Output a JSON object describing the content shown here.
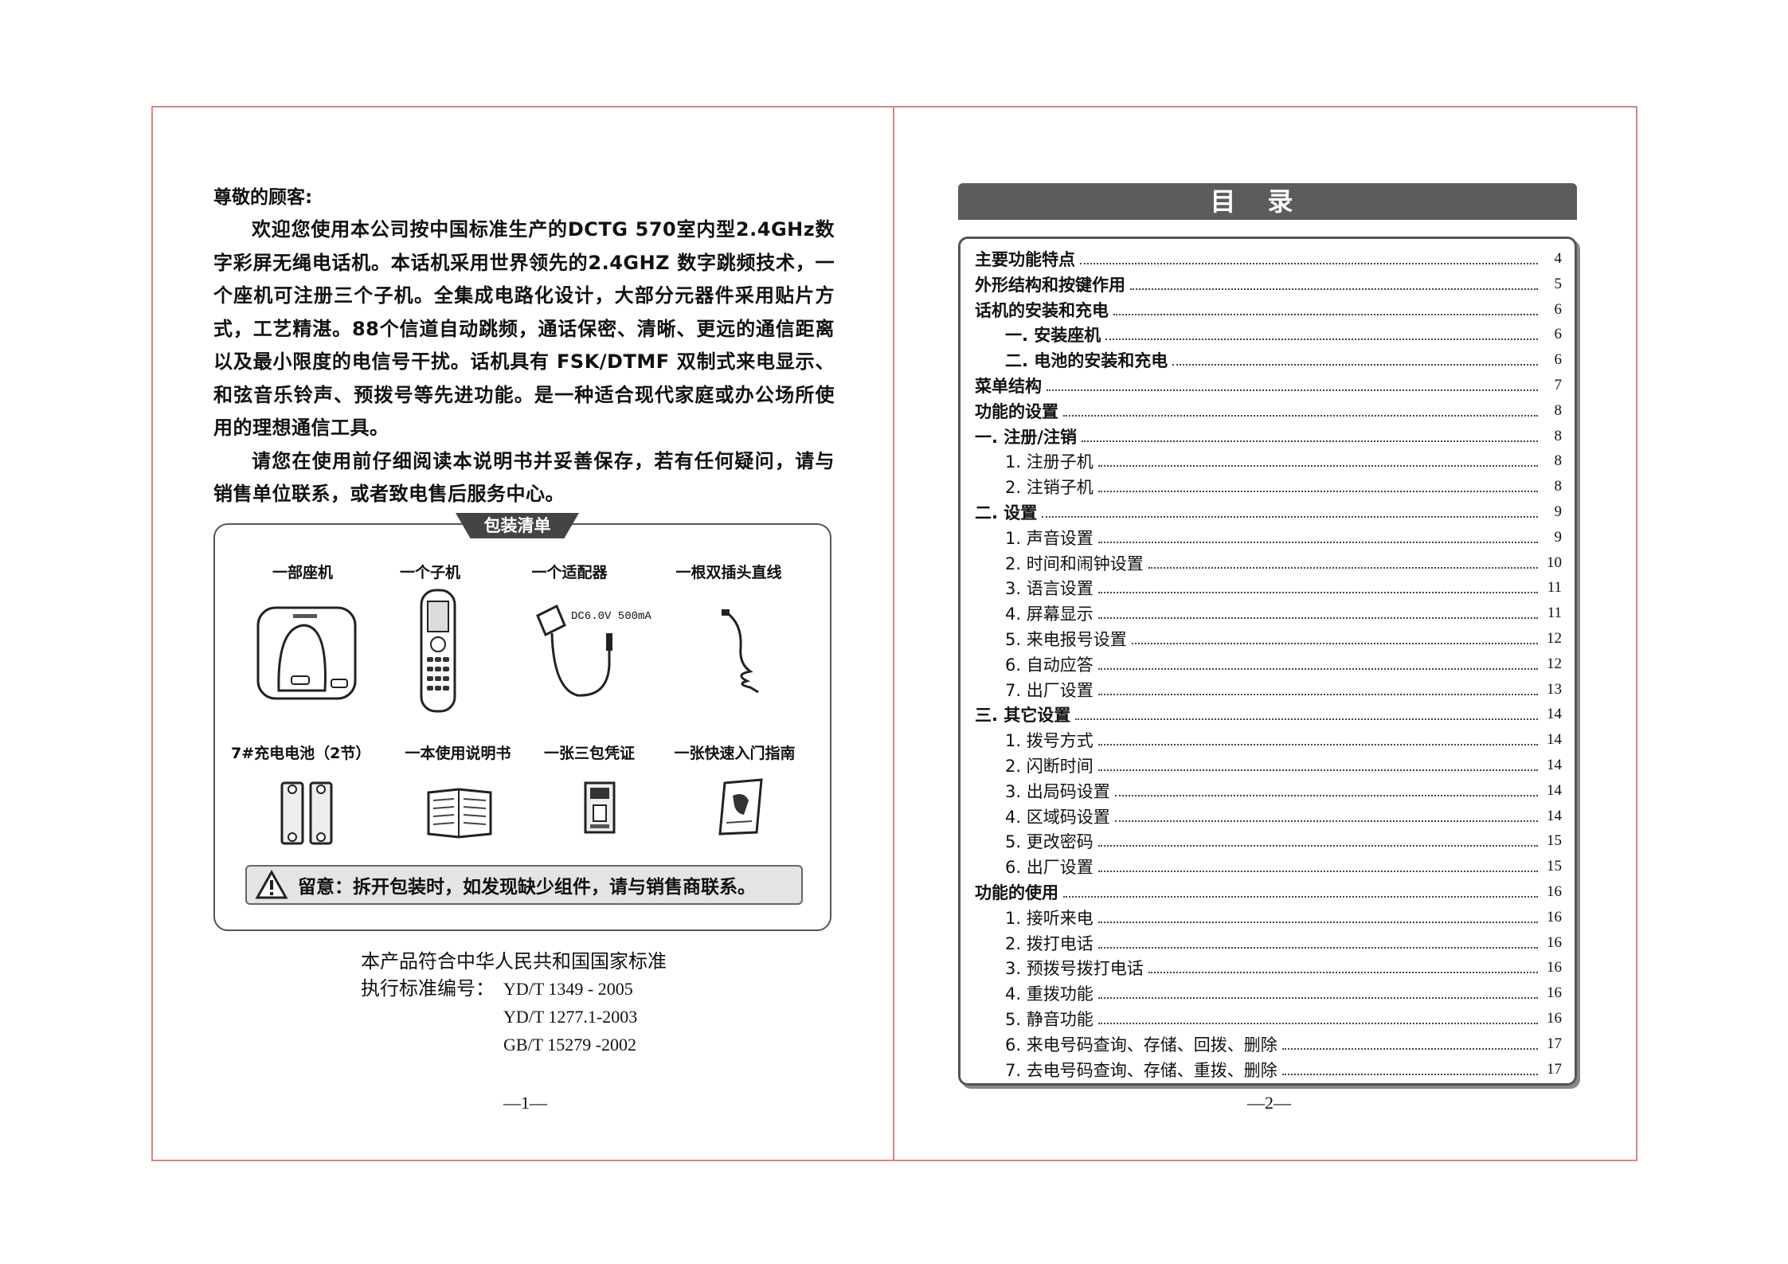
{
  "left_page": {
    "greeting": "尊敬的顾客:",
    "intro_paragraphs": [
      "欢迎您使用本公司按中国标准生产的DCTG 570室内型2.4GHz数字彩屏无绳电话机。本话机采用世界领先的2.4GHZ 数字跳频技术，一个座机可注册三个子机。全集成电路化设计，大部分元器件采用贴片方式，工艺精湛。88个信道自动跳频，通话保密、清晰、更远的通信距离以及最小限度的电信号干扰。话机具有 FSK/DTMF 双制式来电显示、和弦音乐铃声、预拨号等先进功能。是一种适合现代家庭或办公场所使用的理想通信工具。",
      "请您在使用前仔细阅读本说明书并妥善保存，若有任何疑问，请与销售单位联系，或者致电售后服务中心。"
    ],
    "package": {
      "title": "包装清单",
      "items": [
        {
          "label": "一部座机",
          "icon": "base-station-icon"
        },
        {
          "label": "一个子机",
          "icon": "handset-icon"
        },
        {
          "label": "一个适配器",
          "icon": "adapter-icon",
          "adapter_text": "DC6.0V 500mA"
        },
        {
          "label": "一根双插头直线",
          "icon": "cable-icon"
        },
        {
          "label": "7#充电电池（2节）",
          "icon": "battery-icon"
        },
        {
          "label": "一本使用说明书",
          "icon": "manual-icon"
        },
        {
          "label": "一张三包凭证",
          "icon": "warranty-card-icon"
        },
        {
          "label": "一张快速入门指南",
          "icon": "quick-guide-icon"
        }
      ],
      "notice": "留意：拆开包装时，如发现缺少组件，请与销售商联系。"
    },
    "standard": {
      "line1": "本产品符合中华人民共和国国家标准",
      "line2_label": "执行标准编号：",
      "codes": [
        "YD/T 1349 - 2005",
        "YD/T 1277.1-2003",
        "GB/T 15279 -2002"
      ]
    },
    "page_number": "—1—"
  },
  "right_page": {
    "toc_title": "目录",
    "toc": [
      {
        "title": "主要功能特点",
        "page": "4",
        "bold": true,
        "level": 0
      },
      {
        "title": "外形结构和按键作用",
        "page": "5",
        "bold": true,
        "level": 0
      },
      {
        "title": "话机的安装和充电",
        "page": "6",
        "bold": true,
        "level": 0
      },
      {
        "title": "一. 安装座机",
        "page": "6",
        "bold": true,
        "level": 1
      },
      {
        "title": "二. 电池的安装和充电",
        "page": "6",
        "bold": true,
        "level": 1
      },
      {
        "title": "菜单结构",
        "page": "7",
        "bold": true,
        "level": 0
      },
      {
        "title": "功能的设置",
        "page": "8",
        "bold": true,
        "level": 0
      },
      {
        "title": "一. 注册/注销",
        "page": "8",
        "bold": true,
        "level": 0
      },
      {
        "title": "1. 注册子机",
        "page": "8",
        "bold": false,
        "level": 1
      },
      {
        "title": "2. 注销子机",
        "page": "8",
        "bold": false,
        "level": 1
      },
      {
        "title": "二. 设置",
        "page": "9",
        "bold": true,
        "level": 0
      },
      {
        "title": "1. 声音设置",
        "page": "9",
        "bold": false,
        "level": 1
      },
      {
        "title": "2. 时间和闹钟设置",
        "page": "10",
        "bold": false,
        "level": 1
      },
      {
        "title": "3. 语言设置",
        "page": "11",
        "bold": false,
        "level": 1
      },
      {
        "title": "4. 屏幕显示",
        "page": "11",
        "bold": false,
        "level": 1
      },
      {
        "title": "5. 来电报号设置",
        "page": "12",
        "bold": false,
        "level": 1
      },
      {
        "title": "6. 自动应答",
        "page": "12",
        "bold": false,
        "level": 1
      },
      {
        "title": "7. 出厂设置",
        "page": "13",
        "bold": false,
        "level": 1
      },
      {
        "title": "三. 其它设置",
        "page": "14",
        "bold": true,
        "level": 0
      },
      {
        "title": "1. 拨号方式",
        "page": "14",
        "bold": false,
        "level": 1
      },
      {
        "title": "2. 闪断时间",
        "page": "14",
        "bold": false,
        "level": 1
      },
      {
        "title": "3. 出局码设置",
        "page": "14",
        "bold": false,
        "level": 1
      },
      {
        "title": "4. 区域码设置",
        "page": "14",
        "bold": false,
        "level": 1
      },
      {
        "title": "5. 更改密码",
        "page": "15",
        "bold": false,
        "level": 1
      },
      {
        "title": "6. 出厂设置",
        "page": "15",
        "bold": false,
        "level": 1
      },
      {
        "title": "功能的使用",
        "page": "16",
        "bold": true,
        "level": 0
      },
      {
        "title": "1. 接听来电",
        "page": "16",
        "bold": false,
        "level": 1
      },
      {
        "title": "2. 拨打电话",
        "page": "16",
        "bold": false,
        "level": 1
      },
      {
        "title": "3. 预拨号拨打电话",
        "page": "16",
        "bold": false,
        "level": 1
      },
      {
        "title": "4. 重拨功能",
        "page": "16",
        "bold": false,
        "level": 1
      },
      {
        "title": "5. 静音功能",
        "page": "16",
        "bold": false,
        "level": 1
      },
      {
        "title": "6. 来电号码查询、存储、回拨、删除",
        "page": "17",
        "bold": false,
        "level": 1
      },
      {
        "title": "7. 去电号码查询、存储、重拨、删除",
        "page": "17",
        "bold": false,
        "level": 1
      }
    ],
    "page_number": "—2—"
  }
}
